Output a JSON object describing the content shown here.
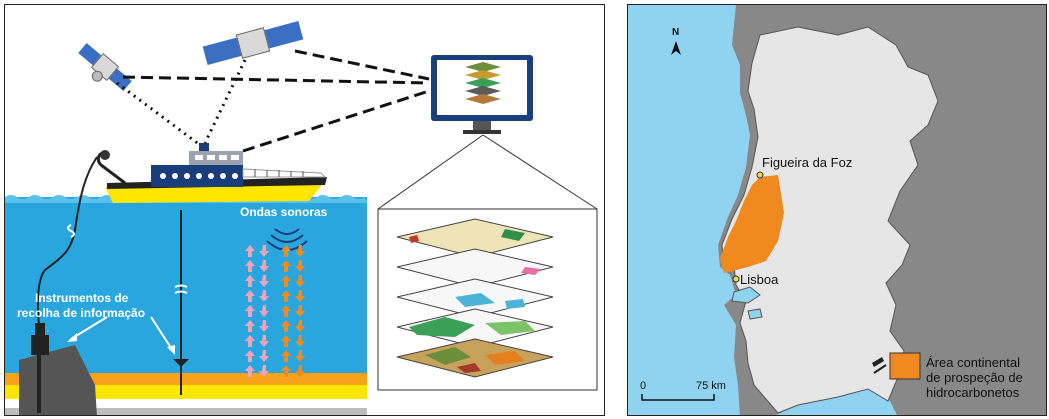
{
  "left_panel": {
    "sound_waves_label": "Ondas sonoras",
    "instruments_label_line1": "Instrumentos de",
    "instruments_label_line2": "recolha de informação"
  },
  "right_panel": {
    "north_label": "N",
    "city_figueira": "Figueira da Foz",
    "city_lisboa": "Lisboa",
    "scale_zero": "0",
    "scale_distance": "75 km",
    "legend_line1": "Área continental",
    "legend_line2": "de prospeção de",
    "legend_line3": "hidrocarbonetos"
  },
  "colors": {
    "sea": "#2aa6df",
    "sea_light": "#8fd3f0",
    "land": "#e6e6e6",
    "spain": "#888888",
    "prospection_area": "#f08a1f",
    "seabed_yellow": "#ffe600",
    "seabed_orange": "#f7a21b",
    "arrow_pink": "#f4a3b8",
    "arrow_orange": "#f28a1e"
  }
}
